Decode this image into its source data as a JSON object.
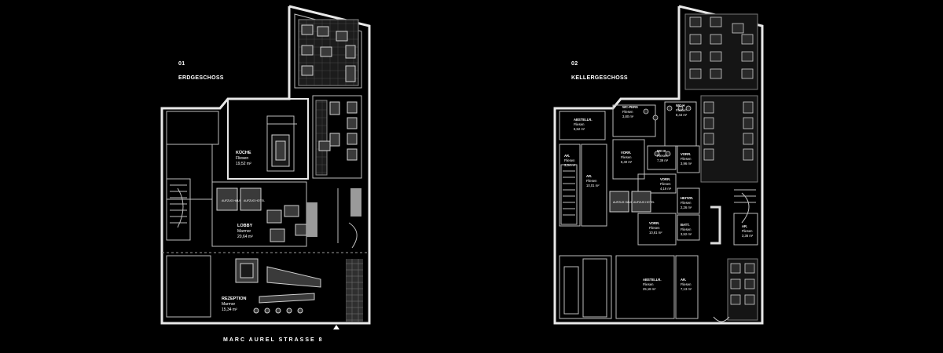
{
  "plans": {
    "ground": {
      "number": "01",
      "name": "ERDGESCHOSS",
      "street": "MARC AUREL STRASSE 8",
      "rooms": {
        "kueche": {
          "name": "KÜCHE",
          "material": "Fliesen",
          "area": "19,52 m²"
        },
        "lobby": {
          "name": "LOBBY",
          "material": "Marmor",
          "area": "20,64 m²"
        },
        "rezeption": {
          "name": "REZEPTION",
          "material": "Marmor",
          "area": "15,34 m²"
        },
        "aufzug_haus": {
          "name": "AUFZUG HAUS"
        },
        "aufzug_hotel": {
          "name": "AUFZUG HOTEL"
        }
      }
    },
    "basement": {
      "number": "02",
      "name": "KELLERGESCHOSS",
      "rooms": {
        "abstell1": {
          "name": "ABSTELLR.",
          "material": "Fliesen",
          "area": "6,52 m²"
        },
        "wcpers": {
          "name": "WC-PERS",
          "material": "Fliesen",
          "area": "3,80 m²"
        },
        "wch": {
          "name": "WC-H",
          "material": "Fliesen",
          "area": "8,44 m²"
        },
        "wcd": {
          "name": "WC-D",
          "material": "Fliesen",
          "area": "7,39 m²"
        },
        "vorr1": {
          "name": "VORR.",
          "material": "Fliesen",
          "area": "6,40 m²"
        },
        "vorr2": {
          "name": "VORR.",
          "material": "Fliesen",
          "area": "3,96 m²"
        },
        "vorr3": {
          "name": "VORR.",
          "material": "Fliesen",
          "area": "4,19 m²"
        },
        "vorr4": {
          "name": "VORR.",
          "material": "Fliesen",
          "area": "10,61 m²"
        },
        "ar1": {
          "name": "AR.",
          "material": "Fliesen",
          "area": "3,34 m²"
        },
        "ar2": {
          "name": "AR.",
          "material": "Fliesen",
          "area": "10,01 m²"
        },
        "ar3": {
          "name": "AR.",
          "material": "Fliesen",
          "area": "3,36 m²"
        },
        "ar4": {
          "name": "AR.",
          "material": "Fliesen",
          "area": "7,13 m²"
        },
        "heiz": {
          "name": "HEITZR.",
          "material": "Fliesen",
          "area": "2,26 m²"
        },
        "batt": {
          "name": "BATT.",
          "material": "Fliesen",
          "area": "3,52 m²"
        },
        "abstell2": {
          "name": "ABSTELLR.",
          "material": "Fliesen",
          "area": "25,18 m²"
        },
        "aufzug_haus": {
          "name": "AUFZUG HAUS"
        },
        "aufzug_hotel": {
          "name": "AUFZUG HOTEL"
        }
      }
    }
  }
}
